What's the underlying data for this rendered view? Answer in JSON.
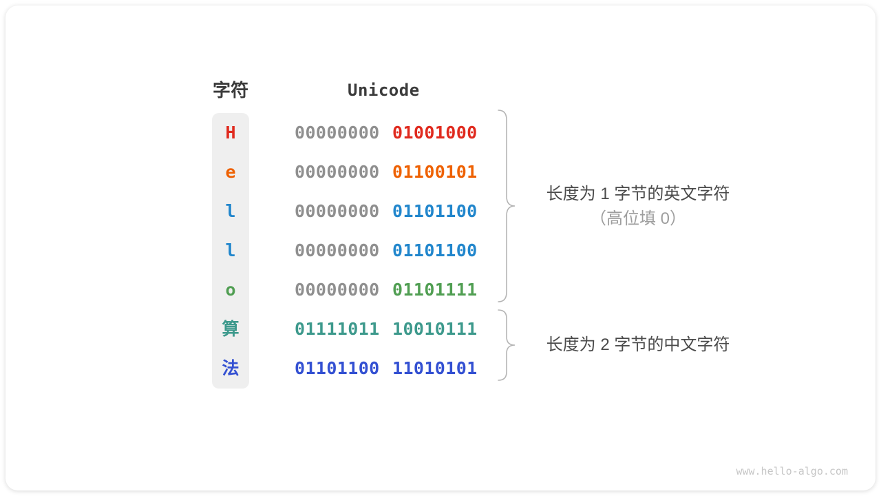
{
  "table": {
    "headers": {
      "char": "字符",
      "unicode": "Unicode"
    },
    "zero_fill_color": "#8f8f8f",
    "rows": [
      {
        "char": "H",
        "byte1": "00000000",
        "byte2": "01001000",
        "char_color": "#e02a1e",
        "byte1_color": "#8f8f8f",
        "byte2_color": "#e02a1e"
      },
      {
        "char": "e",
        "byte1": "00000000",
        "byte2": "01100101",
        "char_color": "#ee6102",
        "byte1_color": "#8f8f8f",
        "byte2_color": "#ee6102"
      },
      {
        "char": "l",
        "byte1": "00000000",
        "byte2": "01101100",
        "char_color": "#2186cc",
        "byte1_color": "#8f8f8f",
        "byte2_color": "#2186cc"
      },
      {
        "char": "l",
        "byte1": "00000000",
        "byte2": "01101100",
        "char_color": "#2186cc",
        "byte1_color": "#8f8f8f",
        "byte2_color": "#2186cc"
      },
      {
        "char": "o",
        "byte1": "00000000",
        "byte2": "01101111",
        "char_color": "#509e52",
        "byte1_color": "#8f8f8f",
        "byte2_color": "#509e52"
      },
      {
        "char": "算",
        "byte1": "01111011",
        "byte2": "10010111",
        "char_color": "#3d998c",
        "byte1_color": "#3d998c",
        "byte2_color": "#3d998c"
      },
      {
        "char": "法",
        "byte1": "01101100",
        "byte2": "11010101",
        "char_color": "#3350d2",
        "byte1_color": "#3350d2",
        "byte2_color": "#3350d2"
      }
    ]
  },
  "annotations": {
    "english_group": {
      "line1": "长度为 1 字节的英文字符",
      "line2": "（高位填 0）"
    },
    "chinese_group": {
      "line1": "长度为 2 字节的中文字符"
    }
  },
  "watermark": "www.hello-algo.com",
  "colors": {
    "header_text": "#3b3b3b",
    "annotation_text": "#4b4b4b",
    "annotation_sub_text": "#9e9e9e",
    "char_column_background": "#efefef",
    "brace_stroke": "#b5b5b5",
    "watermark_text": "#c6c6c6"
  }
}
